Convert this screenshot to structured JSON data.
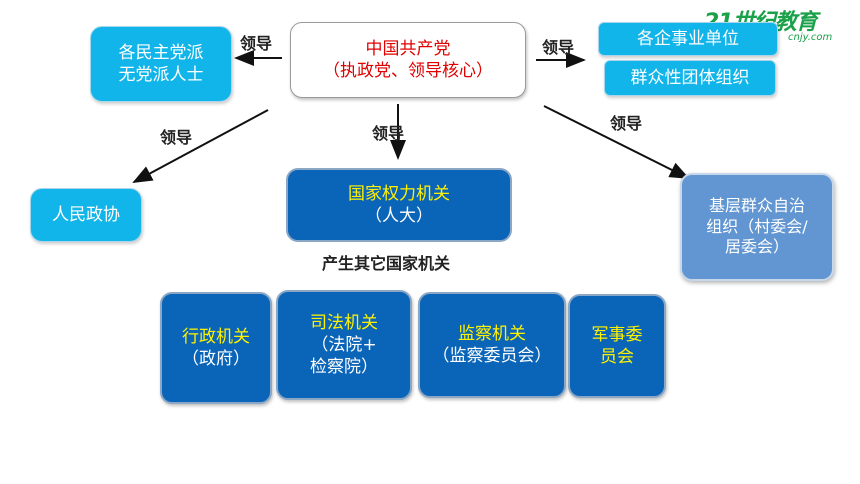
{
  "party": {
    "line1": "中国共产党",
    "line2": "（执政党、领导核心）"
  },
  "lead_labels": {
    "left": "领导",
    "right": "领导",
    "down": "领导",
    "down_left": "领导",
    "down_right": "领导"
  },
  "minor_parties": {
    "line1": "各民主党派",
    "line2": "无党派人士"
  },
  "enterprises": "各企事业单位",
  "mass_orgs": "群众性团体组织",
  "cppcc": "人民政协",
  "npc": {
    "line1": "国家权力机关",
    "line2": "（人大）"
  },
  "produce_label": "产生其它国家机关",
  "grassroots": {
    "line1": "基层群众自治",
    "line2": "组织（村委会/",
    "line3": "居委会）"
  },
  "organs": [
    {
      "line1": "行政机关",
      "line2": "（政府）"
    },
    {
      "line1": "司法机关",
      "line2": "（法院+",
      "line3": "检察院）"
    },
    {
      "line1": "监察机关",
      "line2": "（监察委员会）"
    },
    {
      "line1": "军事委",
      "line2": "员会"
    }
  ],
  "logo": {
    "text": "21世纪教育",
    "sub": "cnjy.com"
  },
  "colors": {
    "party_text": "#e00000",
    "cyan_box": "#11b5e9",
    "dark_blue_box": "#0a64b8",
    "highlight": "#fff200",
    "grass_box": "#6196d2"
  }
}
